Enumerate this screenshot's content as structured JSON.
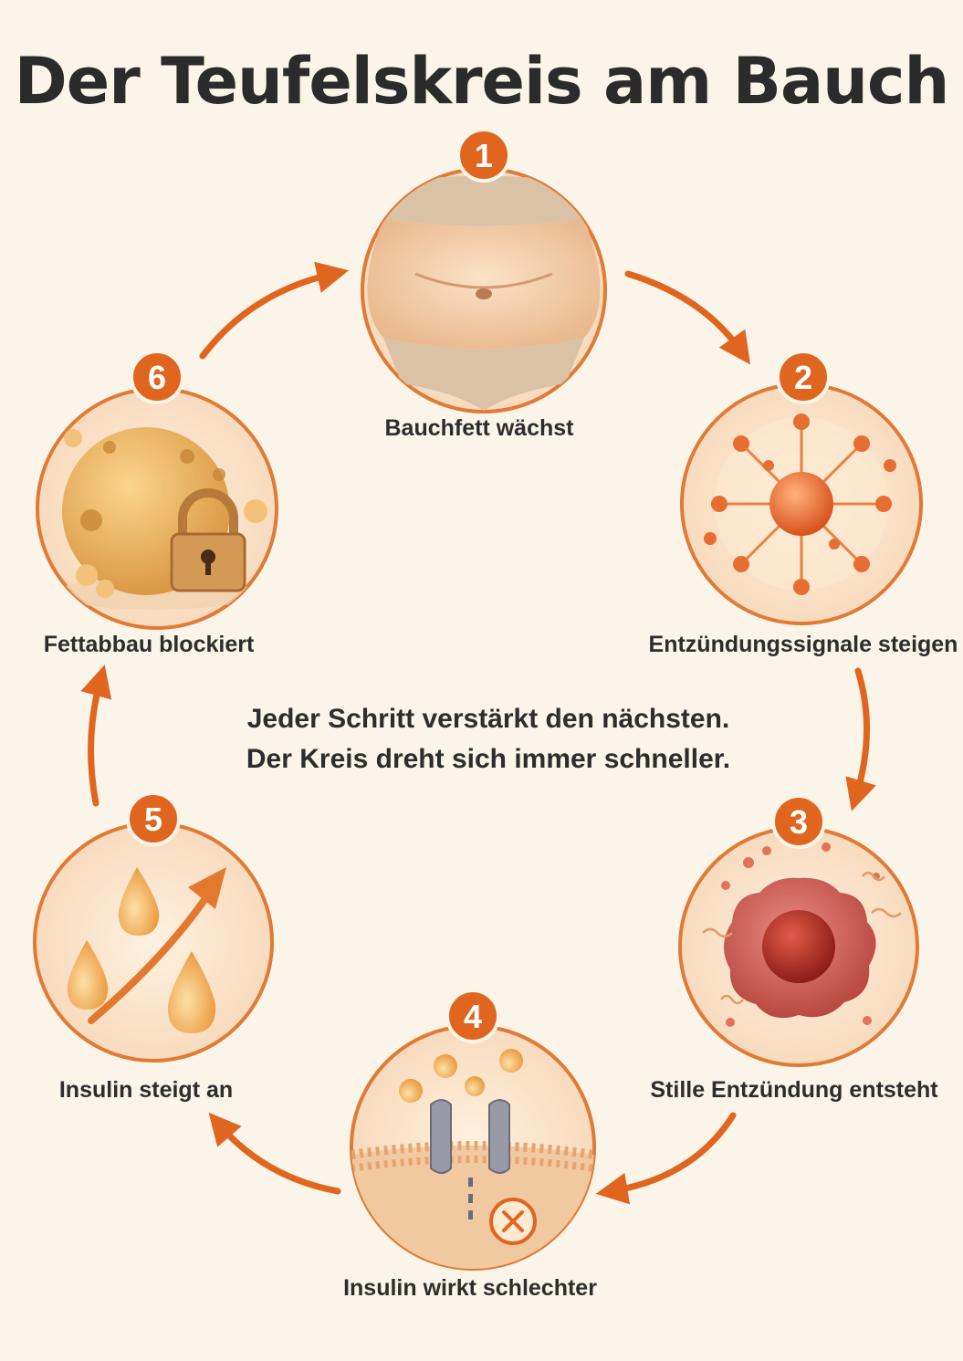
{
  "title": "Der Teufelskreis am Bauch",
  "center_text": {
    "line1": "Jeder Schritt verstärkt den nächsten.",
    "line2": "Der Kreis dreht sich immer schneller."
  },
  "steps": [
    {
      "number": "1",
      "label": "Bauchfett wächst",
      "icon": "belly-icon"
    },
    {
      "number": "2",
      "label": "Entzündungssignale steigen",
      "icon": "signals-icon"
    },
    {
      "number": "3",
      "label": "Stille Entzündung entsteht",
      "icon": "inflamed-cell-icon"
    },
    {
      "number": "4",
      "label": "Insulin wirkt schlechter",
      "icon": "receptor-blocked-icon"
    },
    {
      "number": "5",
      "label": "Insulin steigt an",
      "icon": "insulin-drops-icon"
    },
    {
      "number": "6",
      "label": "Fettabbau blockiert",
      "icon": "locked-fat-cell-icon"
    }
  ],
  "colors": {
    "accent": "#e0661f",
    "ring": "#e07a35",
    "background": "#fbf4e8",
    "text": "#2d2d2d"
  }
}
